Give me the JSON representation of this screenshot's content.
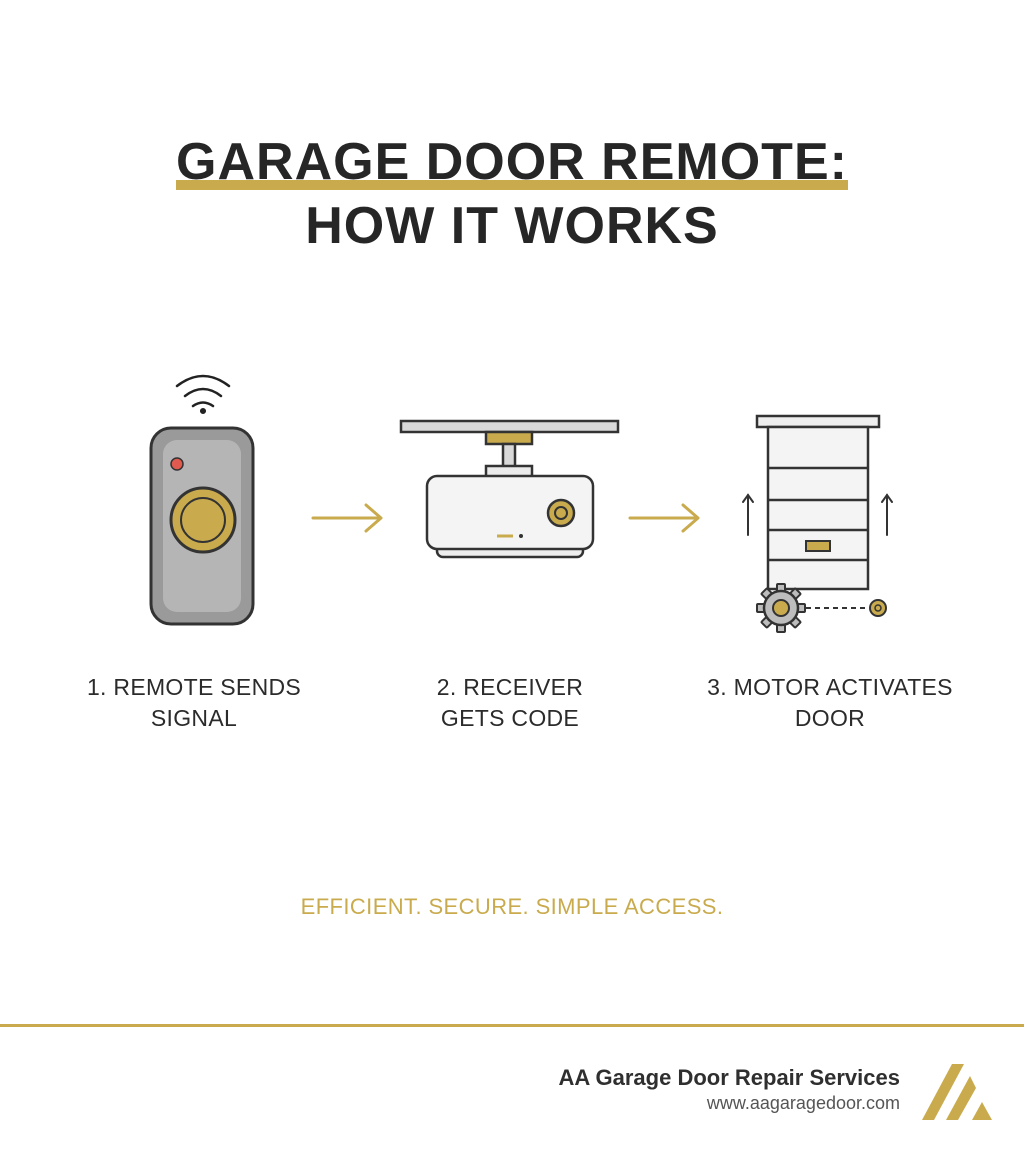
{
  "title": {
    "line1": "GARAGE DOOR REMOTE:",
    "line2": "HOW IT WORKS"
  },
  "steps": [
    {
      "label_line1": "1. REMOTE SENDS",
      "label_line2": "SIGNAL",
      "icon": "remote-icon"
    },
    {
      "label_line1": "2. RECEIVER",
      "label_line2": "GETS CODE",
      "icon": "receiver-icon"
    },
    {
      "label_line1": "3. MOTOR ACTIVATES",
      "label_line2": "DOOR",
      "icon": "door-motor-icon"
    }
  ],
  "tagline": "EFFICIENT. SECURE. SIMPLE ACCESS.",
  "footer": {
    "company_name": "AA Garage Door Repair Services",
    "website": "www.aagaragedoor.com"
  },
  "colors": {
    "accent_gold": "#c9ab4e",
    "text_dark": "#262626",
    "remote_gray": "#9a9a9a",
    "led_red": "#e05a4f"
  }
}
